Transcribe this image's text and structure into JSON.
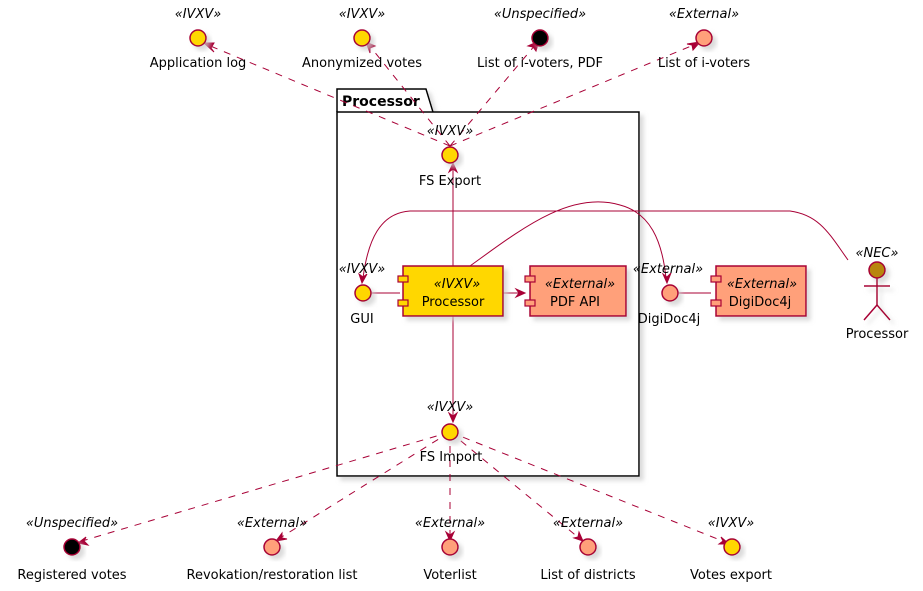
{
  "package": {
    "label": "Processor"
  },
  "top_interfaces": [
    {
      "label": "Application log",
      "stereotype": "«IVXV»",
      "color": "#FFD700"
    },
    {
      "label": "Anonymized votes",
      "stereotype": "«IVXV»",
      "color": "#FFD700"
    },
    {
      "label": "List of i-voters, PDF",
      "stereotype": "«Unspecified»",
      "color": "#000000"
    },
    {
      "label": "List of i-voters",
      "stereotype": "«External»",
      "color": "#FFA07A"
    }
  ],
  "fs_export": {
    "label": "FS Export",
    "stereotype": "«IVXV»",
    "color": "#FFD700"
  },
  "fs_import": {
    "label": "FS Import",
    "stereotype": "«IVXV»",
    "color": "#FFD700"
  },
  "gui": {
    "label": "GUI",
    "stereotype": "«IVXV»",
    "color": "#FFD700"
  },
  "processor_component": {
    "label": "Processor",
    "stereotype": "«IVXV»",
    "color": "#FFD700"
  },
  "pdf_api": {
    "label": "PDF API",
    "stereotype": "«External»",
    "color": "#FFA07A"
  },
  "digidoc_iface": {
    "label": "DigiDoc4j",
    "stereotype": "«External»",
    "color": "#FFA07A"
  },
  "digidoc_component": {
    "label": "DigiDoc4j",
    "stereotype": "«External»",
    "color": "#FFA07A"
  },
  "actor": {
    "label": "Processor",
    "stereotype": "«NEC»",
    "color": "#B8860B"
  },
  "bottom_interfaces": [
    {
      "label": "Registered votes",
      "stereotype": "«Unspecified»",
      "color": "#000000"
    },
    {
      "label": "Revokation/restoration list",
      "stereotype": "«External»",
      "color": "#FFA07A"
    },
    {
      "label": "Voterlist",
      "stereotype": "«External»",
      "color": "#FFA07A"
    },
    {
      "label": "List of districts",
      "stereotype": "«External»",
      "color": "#FFA07A"
    },
    {
      "label": "Votes export",
      "stereotype": "«IVXV»",
      "color": "#FFD700"
    }
  ],
  "colors": {
    "line": "#A80036",
    "ivxv": "#FFD700",
    "external": "#FFA07A",
    "unspecified": "#000000",
    "nec": "#B8860B"
  }
}
